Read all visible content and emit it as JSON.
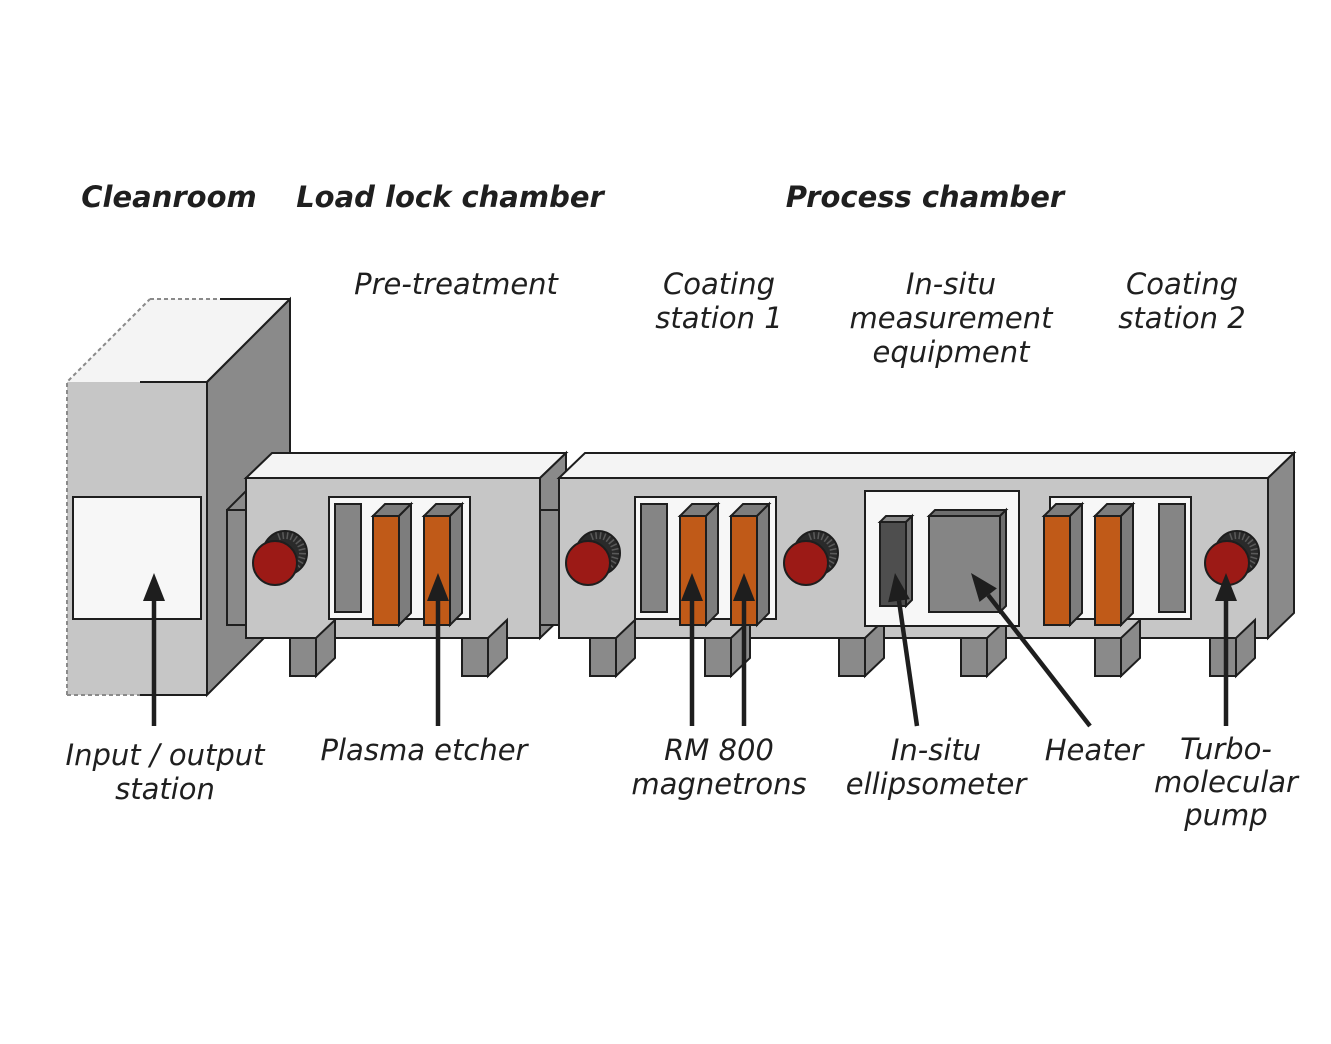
{
  "headings": {
    "cleanroom": "Cleanroom",
    "load_lock": "Load lock chamber",
    "process": "Process chamber"
  },
  "stations": {
    "pretreatment": "Pre-treatment",
    "coating1": [
      "Coating",
      "station 1"
    ],
    "insitu": [
      "In-situ",
      "measurement",
      "equipment"
    ],
    "coating2": [
      "Coating",
      "station 2"
    ]
  },
  "callouts": {
    "io_station": [
      "Input / output",
      "station"
    ],
    "plasma_etcher": "Plasma etcher",
    "magnetrons": [
      "RM 800",
      "magnetrons"
    ],
    "ellipsometer": [
      "In-situ",
      "ellipsometer"
    ],
    "heater": "Heater",
    "pump": [
      "Turbo-",
      "molecular",
      "pump"
    ]
  },
  "colors": {
    "outline": "#1e1e1e",
    "chamber_front": "#c6c6c6",
    "chamber_top": "#f4f4f4",
    "chamber_side": "#8a8a8a",
    "panel": "#f7f7f7",
    "magnetron": "#c05a18",
    "magnetron_side": "#7d7d7d",
    "target_gray": "#858585",
    "pump_red": "#9c1a16",
    "ellipsometer": "#4e4e4e"
  }
}
